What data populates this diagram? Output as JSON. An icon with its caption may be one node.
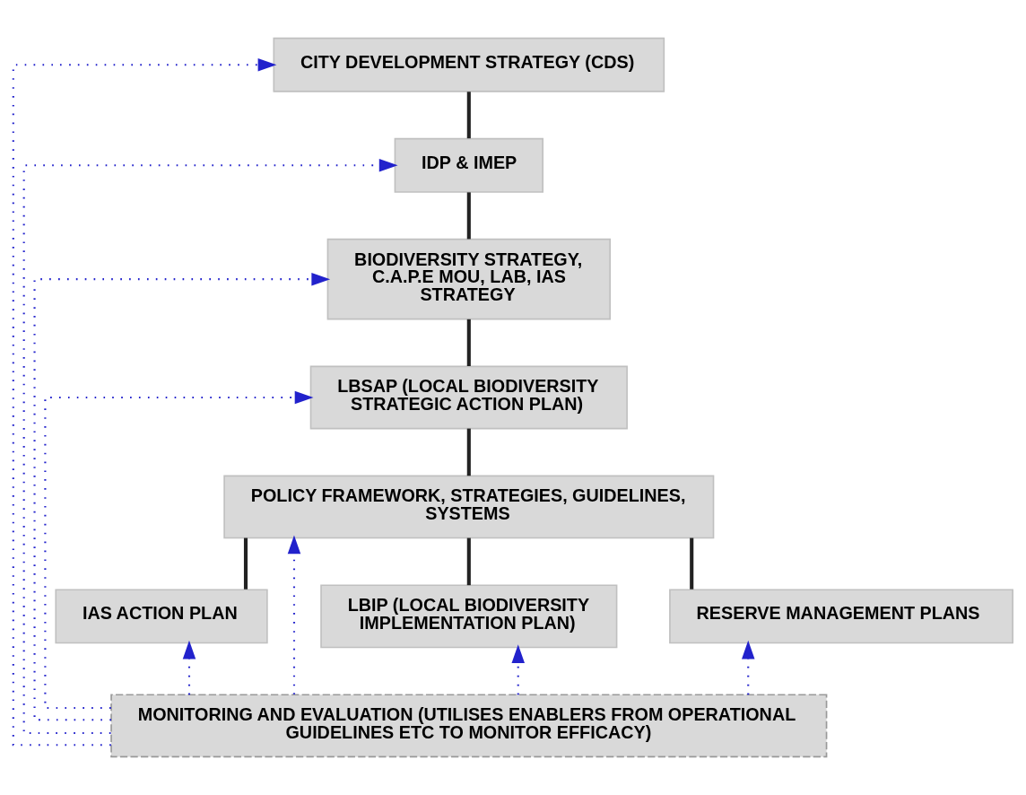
{
  "diagram": {
    "nodes": [
      {
        "text": [
          "CITY DEVELOPMENT STRATEGY (CDS)"
        ]
      },
      {
        "text": [
          "IDP & IMEP"
        ]
      },
      {
        "text": [
          "BIODIVERSITY STRATEGY, C.A.P.E MOU, LAB, IAS STRATEGY"
        ]
      },
      {
        "text": [
          "LBSAP (LOCAL BIODIVERSITY STRATEGIC ACTION PLAN)"
        ]
      },
      {
        "text": [
          "POLICY FRAMEWORK, STRATEGIES, GUIDELINES, SYSTEMS"
        ]
      },
      {
        "text": [
          "IAS ACTION PLAN"
        ]
      },
      {
        "text": [
          "LBIP (LOCAL BIODIVERSITY IMPLEMENTATION PLAN)"
        ]
      },
      {
        "text": [
          "RESERVE MANAGEMENT PLANS"
        ]
      },
      {
        "text": [
          "MONITORING AND EVALUATION (UTILISES ENABLERS FROM OPERATIONAL GUIDELINES ETC TO MONITOR EFFICACY)"
        ]
      }
    ],
    "edges": [
      {
        "from": 0,
        "to": 1,
        "arrow": "none",
        "style": "thick",
        "color": "#222222"
      },
      {
        "from": 1,
        "to": 2,
        "arrow": "none",
        "style": "thick",
        "color": "#222222"
      },
      {
        "from": 2,
        "to": 3,
        "arrow": "none",
        "style": "thick",
        "color": "#222222"
      },
      {
        "from": 3,
        "to": 4,
        "arrow": "none",
        "style": "thick",
        "color": "#222222"
      },
      {
        "from": 4,
        "to": 5,
        "arrow": "none",
        "style": "thick",
        "color": "#222222"
      },
      {
        "from": 4,
        "to": 6,
        "arrow": "none",
        "style": "thick",
        "color": "#222222"
      },
      {
        "from": 4,
        "to": 7,
        "arrow": "none",
        "style": "thick",
        "color": "#222222"
      },
      {
        "from": 8,
        "to": 5,
        "arrow": "to",
        "style": "dashed",
        "color": "#2222cc"
      },
      {
        "from": 8,
        "to": 6,
        "arrow": "to",
        "style": "dashed",
        "color": "#2222cc"
      },
      {
        "from": 8,
        "to": 7,
        "arrow": "to",
        "style": "dashed",
        "color": "#2222cc"
      },
      {
        "from": 8,
        "to": 3,
        "arrow": "to",
        "style": "dashed",
        "color": "#2222cc"
      },
      {
        "from": 8,
        "to": 0,
        "arrow": "to",
        "style": "dashed",
        "color": "#2222cc"
      },
      {
        "from": 8,
        "to": 1,
        "arrow": "to",
        "style": "dashed",
        "color": "#2222cc"
      },
      {
        "from": 8,
        "to": 2,
        "arrow": "to",
        "style": "dashed",
        "color": "#2222cc"
      },
      {
        "from": 8,
        "to": 4,
        "arrow": "to",
        "style": "dashed",
        "color": "#2222cc"
      }
    ]
  }
}
